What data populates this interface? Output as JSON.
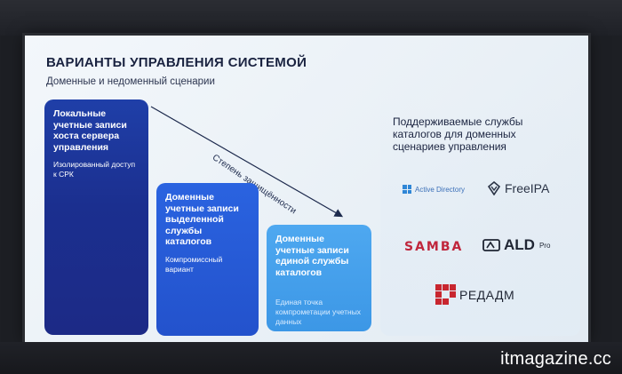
{
  "slide": {
    "title": "ВАРИАНТЫ УПРАВЛЕНИЯ СИСТЕМОЙ",
    "subtitle": "Доменные и недоменный сценарии",
    "arrow_label": "Степень защищённости",
    "cards": [
      {
        "heading": "Локальные учетные записи хоста сервера управления",
        "note": "Изолированный доступ к СРК"
      },
      {
        "heading": "Доменные учетные записи выделенной службы каталогов",
        "note": "Компромиссный вариант"
      },
      {
        "heading": "Доменные учетные записи единой службы каталогов",
        "note": "Единая точка компрометации учетных данных"
      }
    ],
    "supported_title": "Поддерживаемые службы каталогов для доменных сценариев управления",
    "logos": {
      "active_directory": "Active Directory",
      "freeipa": "FreeIPA",
      "samba": "SAMBA",
      "ald": "ALD",
      "ald_sup": "Pro",
      "redadm": "РЕДАДМ"
    },
    "colors": {
      "card1": "#1c2a86",
      "card2": "#2352cc",
      "card3": "#3c97e6",
      "samba": "#c0263c",
      "redadm": "#c8262f"
    }
  },
  "watermark": "itmagazine.cc"
}
